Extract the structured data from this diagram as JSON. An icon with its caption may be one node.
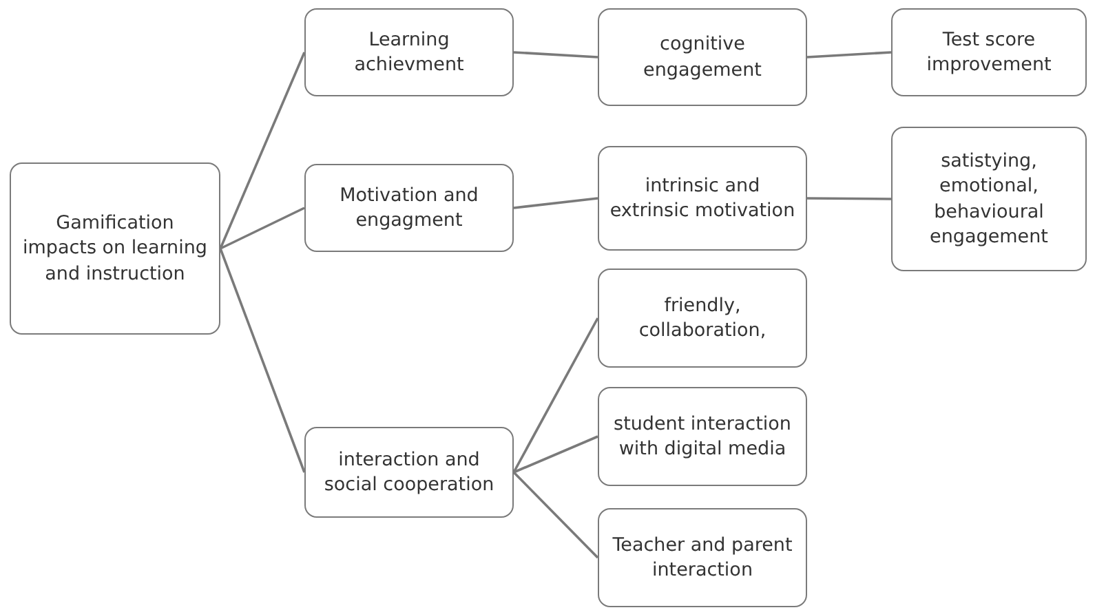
{
  "diagram": {
    "nodes": [
      {
        "text": [
          "Gamification impacts on learning and instruction"
        ]
      },
      {
        "text": [
          "Learning achievment"
        ]
      },
      {
        "text": [
          "Motivation and engagment"
        ]
      },
      {
        "text": [
          "interaction and social cooperation"
        ]
      },
      {
        "text": [
          "cognitive engagement"
        ]
      },
      {
        "text": [
          "Test score improvement"
        ]
      },
      {
        "text": [
          "intrinsic and extrinsic motivation"
        ]
      },
      {
        "text": [
          "satistying, emotional, behavioural engagement"
        ]
      },
      {
        "text": [
          "friendly, collaboration,"
        ]
      },
      {
        "text": [
          "student interaction with digital media"
        ]
      },
      {
        "text": [
          "Teacher and parent interaction"
        ]
      }
    ],
    "edges": [
      {
        "from": 0,
        "to": 1,
        "arrow": "none"
      },
      {
        "from": 0,
        "to": 2,
        "arrow": "none"
      },
      {
        "from": 0,
        "to": 3,
        "arrow": "none"
      },
      {
        "from": 1,
        "to": 4,
        "arrow": "none"
      },
      {
        "from": 4,
        "to": 5,
        "arrow": "none"
      },
      {
        "from": 2,
        "to": 6,
        "arrow": "none"
      },
      {
        "from": 6,
        "to": 7,
        "arrow": "none"
      },
      {
        "from": 3,
        "to": 8,
        "arrow": "none"
      },
      {
        "from": 3,
        "to": 9,
        "arrow": "none"
      },
      {
        "from": 3,
        "to": 10,
        "arrow": "none"
      }
    ]
  }
}
